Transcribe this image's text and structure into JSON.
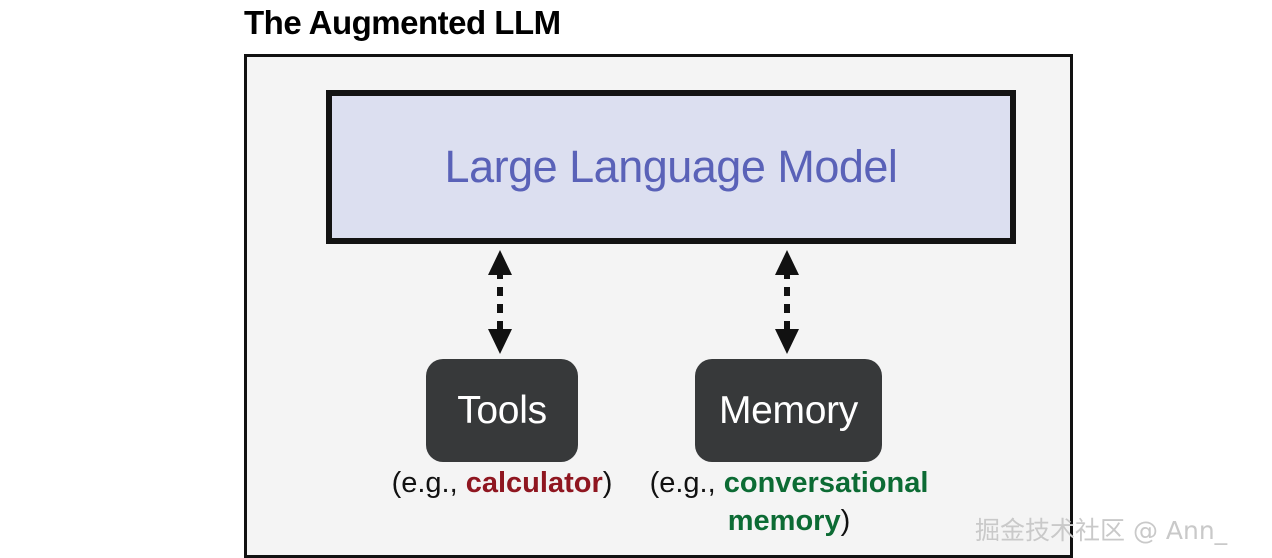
{
  "title": "The Augmented LLM",
  "diagram": {
    "llm": {
      "label": "Large Language Model",
      "fill_color": "#dcdff0",
      "text_color": "#5a62b8",
      "border_color": "#131313"
    },
    "frame": {
      "fill_color": "#f4f4f4",
      "border_color": "#111111"
    },
    "nodes": [
      {
        "id": "tools",
        "label": "Tools",
        "fill_color": "#37393a",
        "text_color": "#ffffff",
        "caption_prefix": "(e.g., ",
        "caption_highlight": "calculator",
        "caption_suffix": ")",
        "caption_highlight_color": "#8f1620"
      },
      {
        "id": "memory",
        "label": "Memory",
        "fill_color": "#37393a",
        "text_color": "#ffffff",
        "caption_prefix": "(e.g., ",
        "caption_highlight": "conversational memory",
        "caption_suffix": ")",
        "caption_highlight_color": "#0c6b34"
      }
    ],
    "connectors": [
      {
        "id": "llm-tools",
        "style": "dashed",
        "heads": "both",
        "color": "#111111"
      },
      {
        "id": "llm-memory",
        "style": "dashed",
        "heads": "both",
        "color": "#111111"
      }
    ]
  },
  "watermark": "掘金技术社区 @ Ann_"
}
